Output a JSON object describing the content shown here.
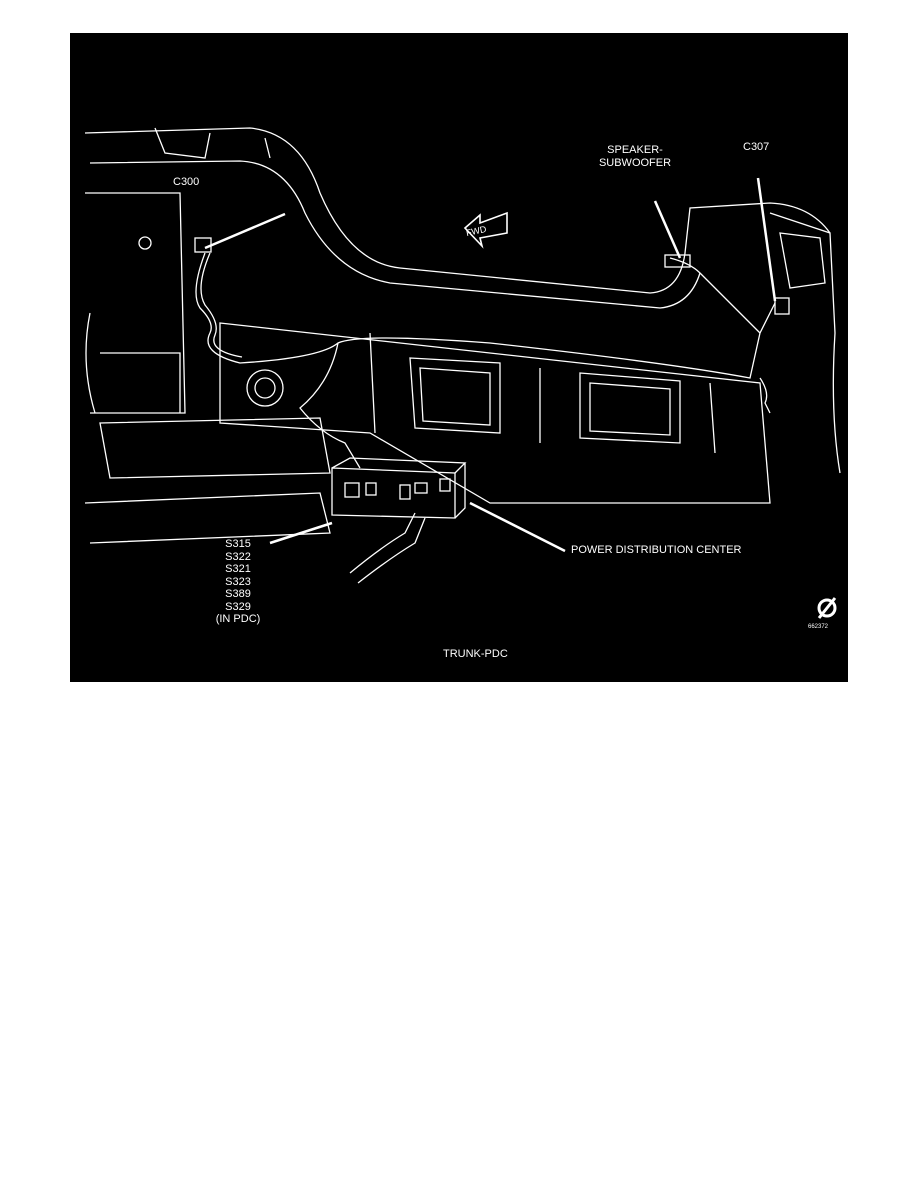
{
  "figure": {
    "caption": "TRUNK-PDC",
    "figure_number": "662372",
    "labels": {
      "c300": "C300",
      "speaker_line1": "SPEAKER-",
      "speaker_line2": "SUBWOOFER",
      "c307": "C307",
      "fwd": "FWD",
      "pdc": "POWER DISTRIBUTION CENTER",
      "splices": [
        "S315",
        "S322",
        "S321",
        "S323",
        "S389",
        "S329",
        "(IN PDC)"
      ]
    },
    "logo_icon": "gear-slash-logo-icon",
    "colors": {
      "background": "#000000",
      "linework": "#ffffff"
    }
  }
}
